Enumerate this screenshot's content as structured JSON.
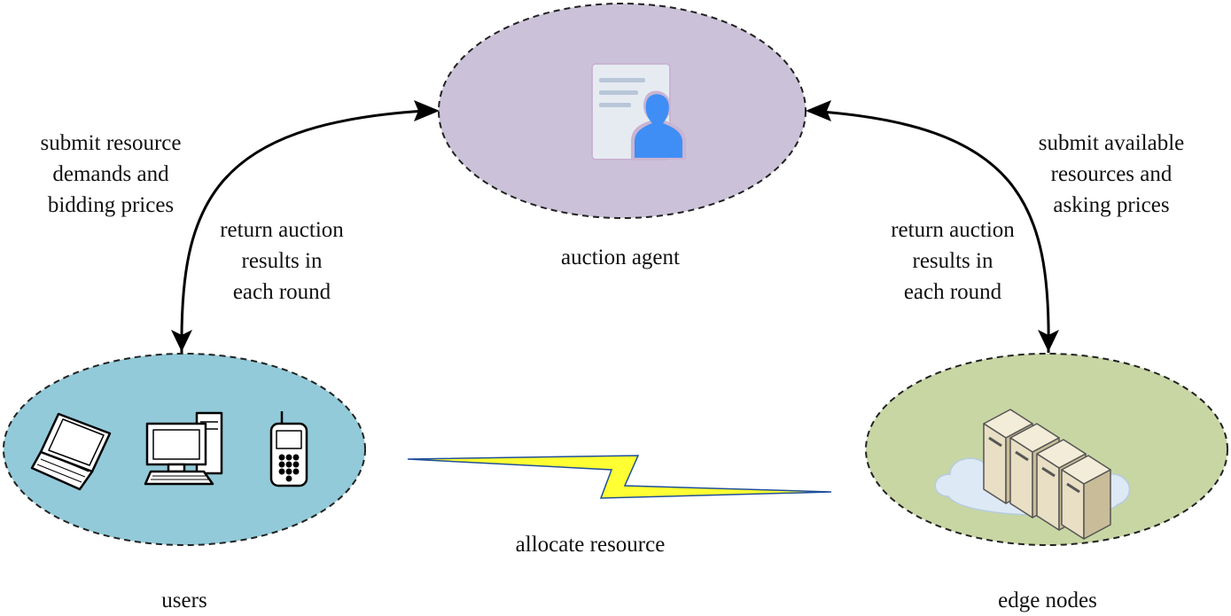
{
  "nodes": {
    "agent": {
      "label": "auction agent",
      "fill": "#cbc2d9"
    },
    "users": {
      "label": "users",
      "fill": "#92cad9"
    },
    "edge": {
      "label": "edge nodes",
      "fill": "#c8d6a4"
    }
  },
  "flows": {
    "users_to_agent": [
      "submit resource",
      "demands and",
      "bidding prices"
    ],
    "agent_to_users": [
      "return auction",
      "results in",
      "each round"
    ],
    "edge_to_agent": [
      "submit available",
      "resources and",
      "asking prices"
    ],
    "agent_to_edge": [
      "return auction",
      "results in",
      "each round"
    ],
    "allocation": "allocate resource"
  },
  "colors": {
    "arrow": "#000000",
    "ellipse_border": "#222222",
    "lightning_fill": "#ffff33",
    "lightning_edge": "#1f4f99",
    "person_icon": "#3f8ef5",
    "document_icon": "#e6ebf2"
  },
  "icons": [
    "document-person-icon",
    "laptop-icon",
    "desktop-computer-icon",
    "mobile-phone-icon",
    "server-cloud-icon",
    "lightning-bolt-icon"
  ]
}
